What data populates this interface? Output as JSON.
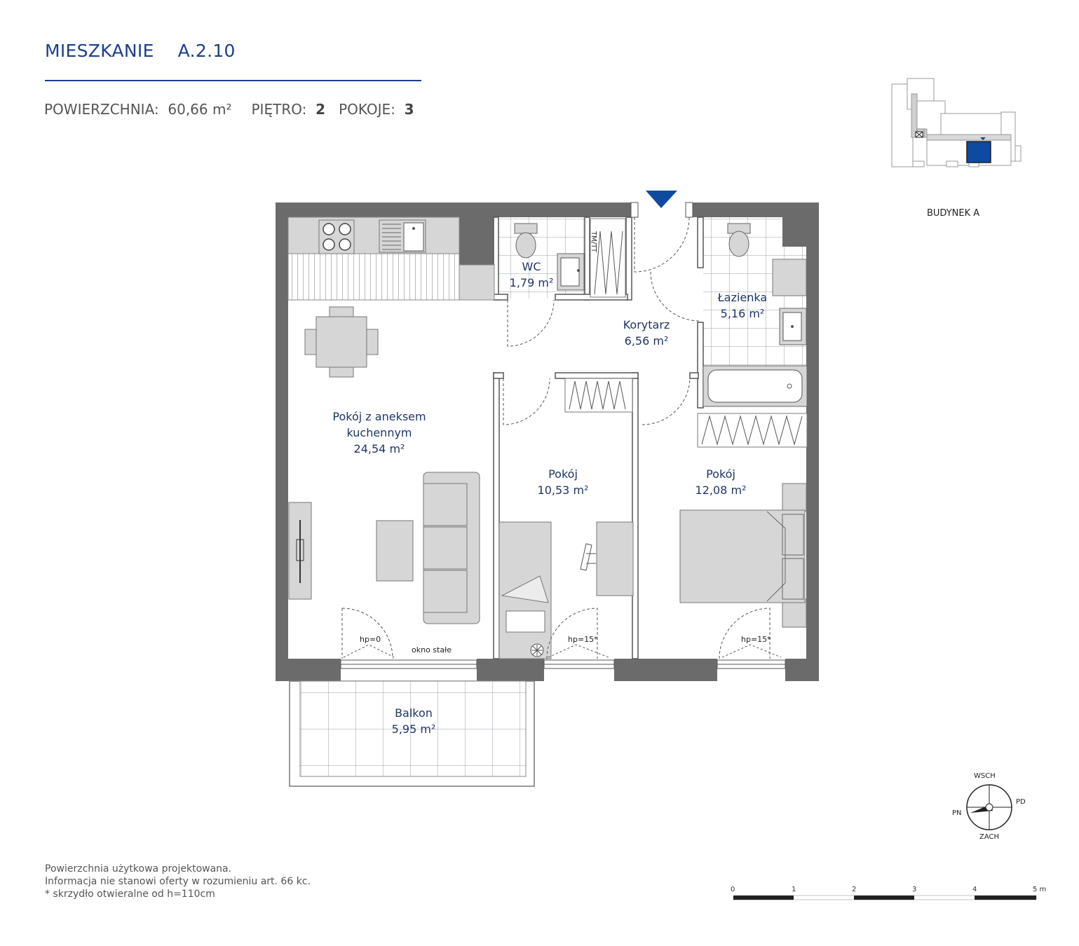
{
  "header": {
    "title": "MIESZKANIE",
    "code": "A.2.10",
    "area_label": "POWIERZCHNIA:",
    "area_value": "60,66 m²",
    "floor_label": "PIĘTRO:",
    "floor_value": "2",
    "rooms_label": "POKOJE:",
    "rooms_value": "3"
  },
  "key_plan": {
    "label": "BUDYNEK A",
    "highlight_color": "#0d4aa0"
  },
  "rooms": {
    "living": {
      "name_line1": "Pokój z aneksem",
      "name_line2": "kuchennym",
      "area": "24,54 m²"
    },
    "wc": {
      "name": "WC",
      "area": "1,79 m²"
    },
    "corridor": {
      "name": "Korytarz",
      "area": "6,56 m²"
    },
    "bathroom": {
      "name": "Łazienka",
      "area": "5,16 m²"
    },
    "room1": {
      "name": "Pokój",
      "area": "10,53 m²"
    },
    "room2": {
      "name": "Pokój",
      "area": "12,08 m²"
    },
    "balcony": {
      "name": "Balkon",
      "area": "5,95 m²"
    }
  },
  "annotations": {
    "hp0": "hp=0",
    "fixed_window": "okno stałe",
    "hp15_a": "hp=15*",
    "hp15_b": "hp=15*",
    "tmtt": "TM/TT"
  },
  "compass": {
    "north_east": "WSCH",
    "south_east": "PD",
    "south_west": "ZACH",
    "north_west": "PN"
  },
  "scale_bar": {
    "ticks": [
      "0",
      "1",
      "2",
      "3",
      "4",
      "5 m"
    ]
  },
  "notes": [
    "Powierzchnia użytkowa projektowana.",
    "Informacja nie stanowi oferty w rozumieniu art. 66 kc.",
    "* skrzydło otwieralne od h=110cm"
  ],
  "colors": {
    "brand_blue": "#1c3f8c",
    "wall": "#6b6b6b",
    "furniture": "#d6d6d6"
  }
}
